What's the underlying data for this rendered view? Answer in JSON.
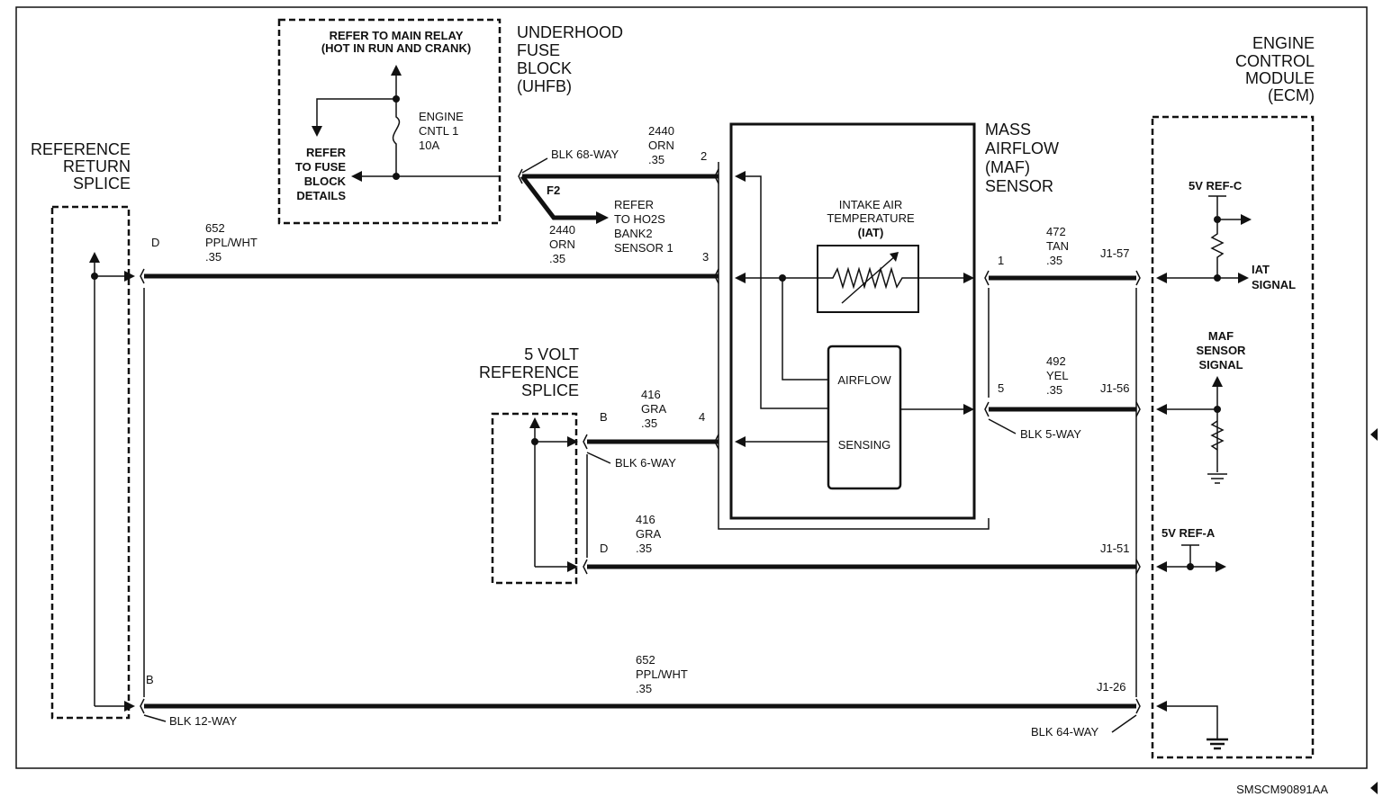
{
  "labels": {
    "underhood": [
      "UNDERHOOD",
      "FUSE",
      "BLOCK",
      "(UHFB)"
    ],
    "relay": [
      "REFER TO MAIN RELAY",
      "(HOT IN RUN AND CRANK)"
    ],
    "fuse": [
      "ENGINE",
      "CNTL 1",
      "10A"
    ],
    "fuse_detail": [
      "REFER",
      "TO FUSE",
      "BLOCK",
      "DETAILS"
    ],
    "ecm": [
      "ENGINE",
      "CONTROL",
      "MODULE",
      "(ECM)"
    ],
    "ref_return": [
      "REFERENCE",
      "RETURN",
      "SPLICE"
    ],
    "maf": [
      "MASS",
      "AIRFLOW",
      "(MAF)",
      "SENSOR"
    ],
    "iat": [
      "INTAKE AIR",
      "TEMPERATURE",
      "(IAT)"
    ],
    "airflow": "AIRFLOW",
    "sensing": "SENSING",
    "five_volt": [
      "5 VOLT",
      "REFERENCE",
      "SPLICE"
    ],
    "ho2s": [
      "REFER",
      "TO HO2S",
      "BANK2",
      "SENSOR 1"
    ],
    "f2": "F2",
    "ref_c": "5V REF-C",
    "iat_signal": [
      "IAT",
      "SIGNAL"
    ],
    "maf_signal": [
      "MAF",
      "SENSOR",
      "SIGNAL"
    ],
    "ref_a": "5V REF-A",
    "diagram_id": "SMSCM90891AA"
  },
  "connectors": {
    "blk68": "BLK 68-WAY",
    "blk6": "BLK 6-WAY",
    "blk5": "BLK 5-WAY",
    "blk12": "BLK 12-WAY",
    "blk64": "BLK 64-WAY"
  },
  "wires": {
    "w2440a": [
      "2440",
      "ORN",
      ".35"
    ],
    "w2440b": [
      "2440",
      "ORN",
      ".35"
    ],
    "w652a": [
      "652",
      "PPL/WHT",
      ".35"
    ],
    "w416a": [
      "416",
      "GRA",
      ".35"
    ],
    "w416b": [
      "416",
      "GRA",
      ".35"
    ],
    "w652b": [
      "652",
      "PPL/WHT",
      ".35"
    ],
    "w472": [
      "472",
      "TAN",
      ".35"
    ],
    "w492": [
      "492",
      "YEL",
      ".35"
    ]
  },
  "pins": {
    "p2": "2",
    "p3": "3",
    "p4": "4",
    "pD1": "D",
    "pB1": "B",
    "pD2": "D",
    "pB2": "B",
    "p1": "1",
    "p5": "5",
    "j157": "J1-57",
    "j156": "J1-56",
    "j151": "J1-51",
    "j126": "J1-26"
  }
}
